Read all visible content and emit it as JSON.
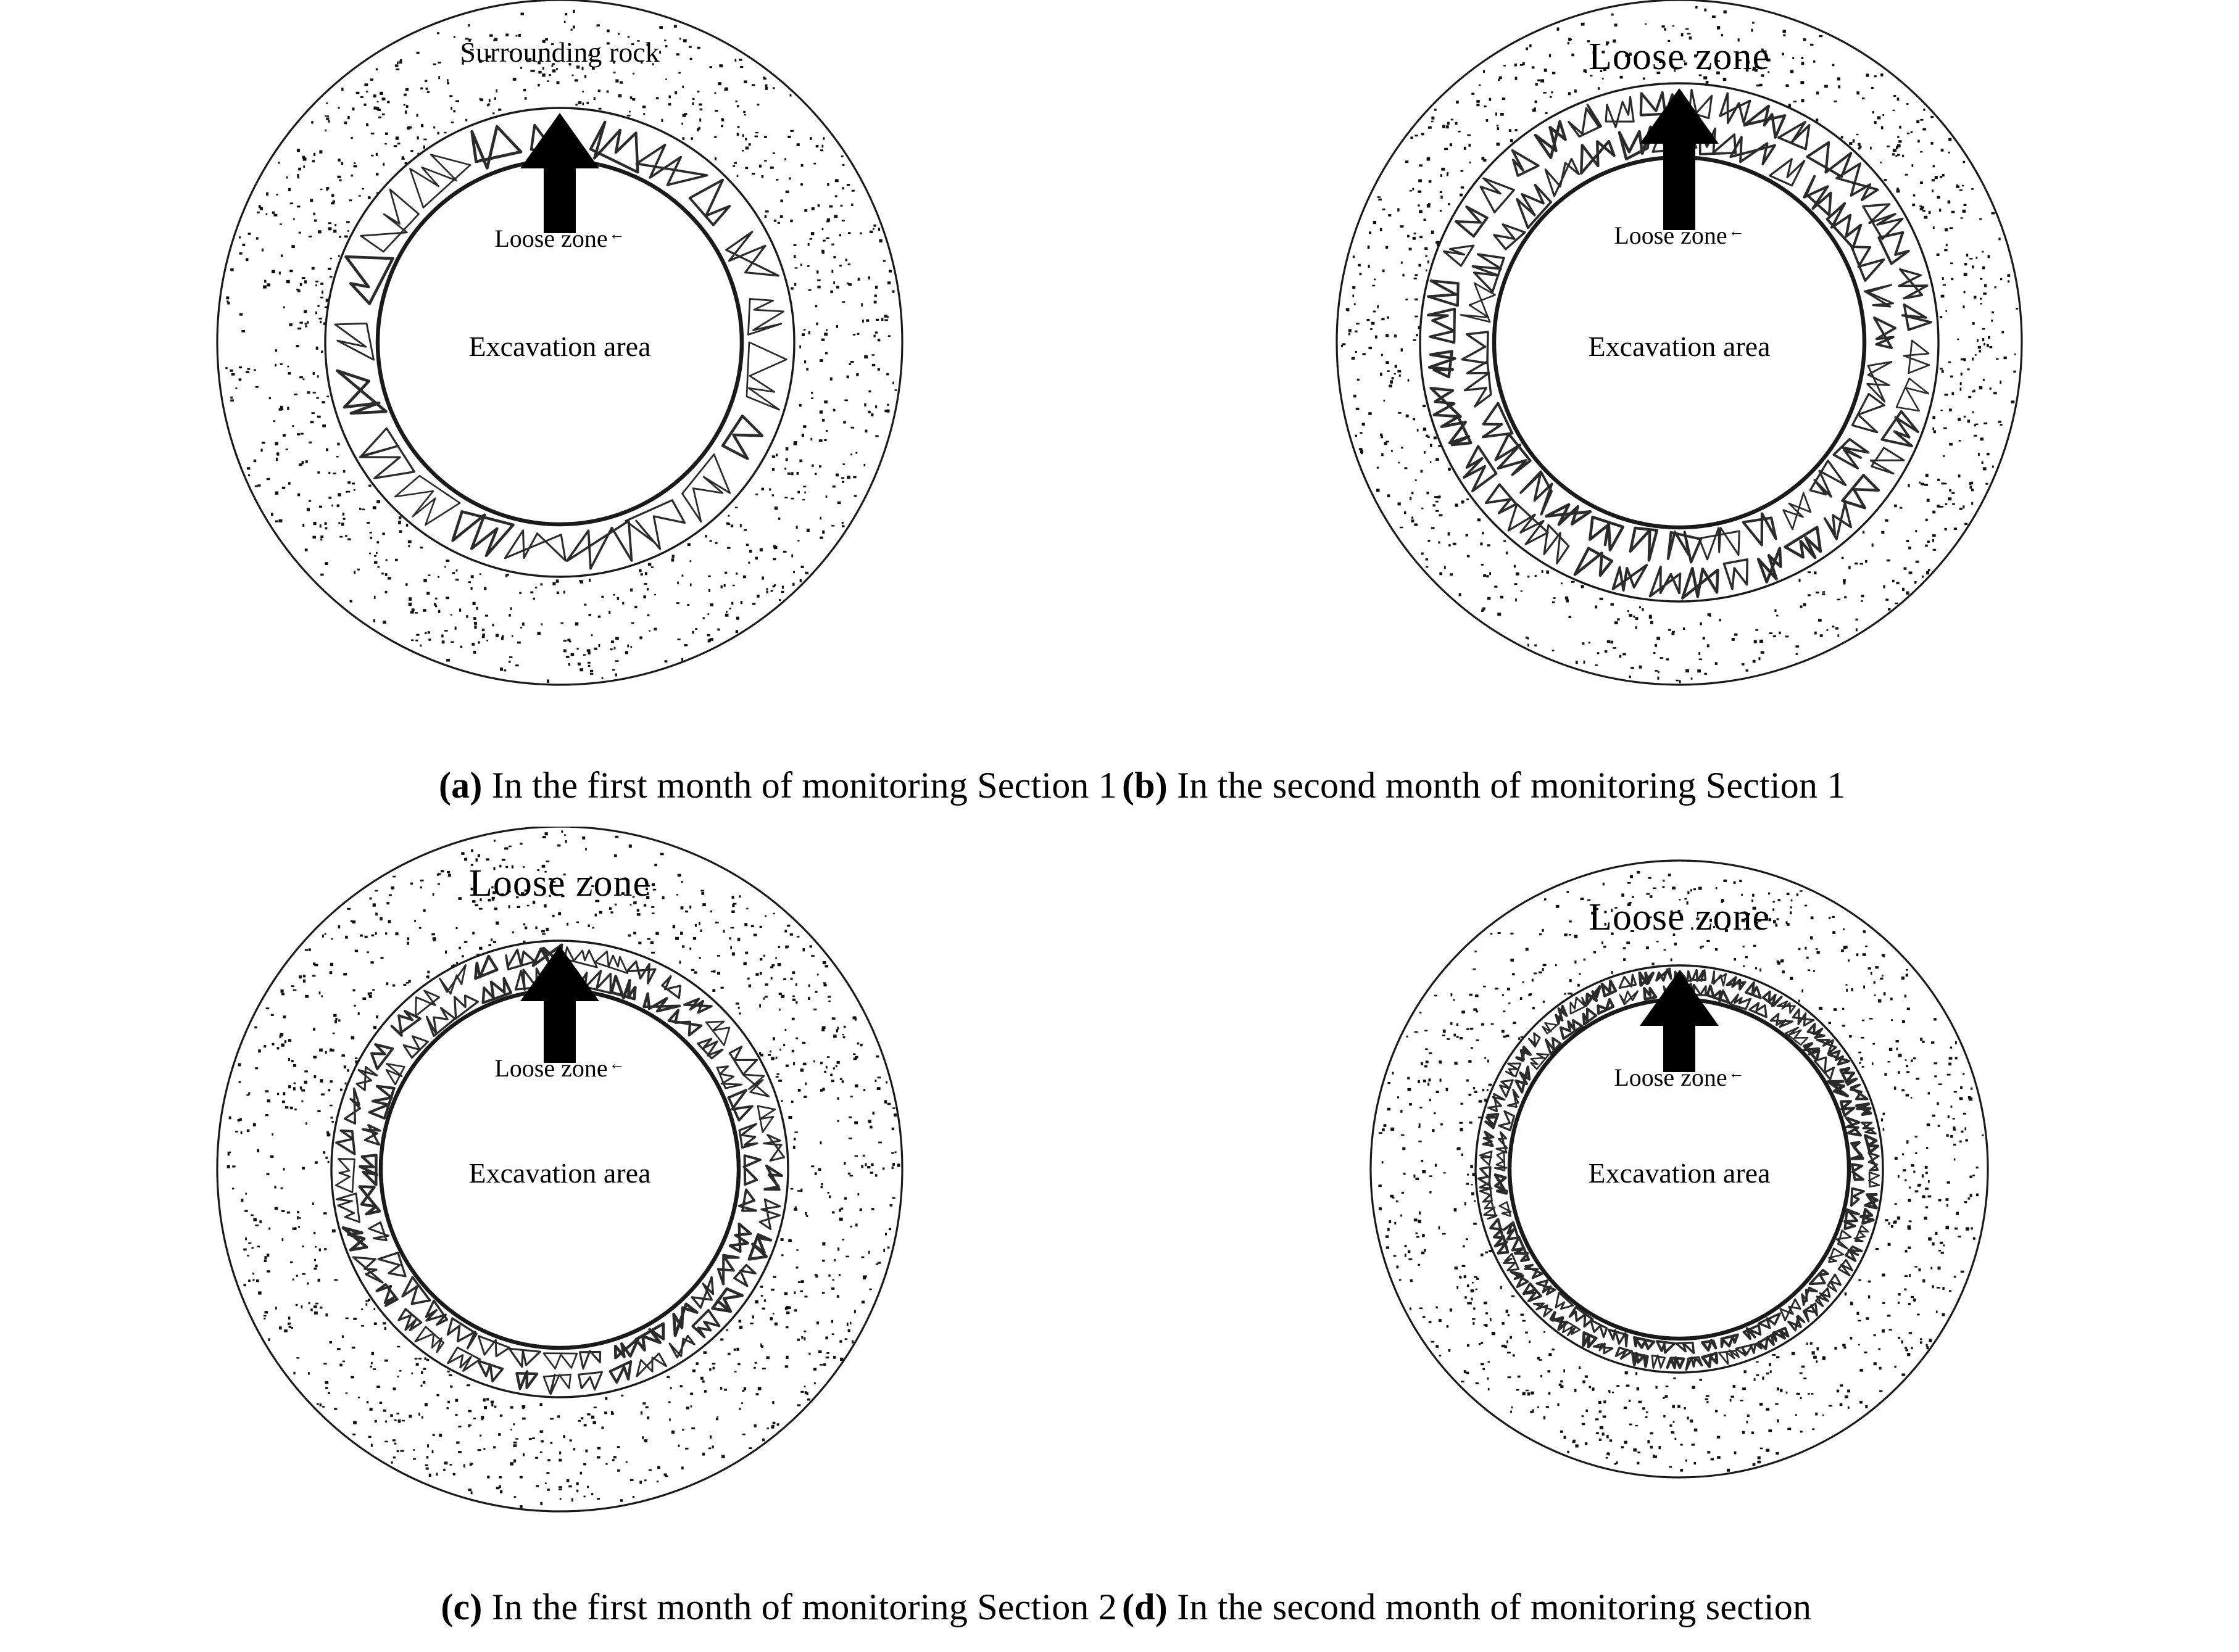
{
  "figure": {
    "type": "diagram",
    "description": "Four tunnel cross-section schematics showing the development of the loose zone around an excavation",
    "background_color": "#ffffff",
    "line_color": "#1a1a1a"
  },
  "panels": [
    {
      "id": "a",
      "position": "top-left",
      "top_label": "Surrounding rock",
      "top_label_size": "mid",
      "inner_label": "Loose zone",
      "inner_label_suffix": "←",
      "center_label": "Excavation area",
      "arrow": "up-arrow",
      "geometry": {
        "outer_radius": 555,
        "loose_outer_radius": 380,
        "loose_inner_radius": 295,
        "band_thickness": 85,
        "rock_size": "large"
      }
    },
    {
      "id": "b",
      "position": "top-right",
      "top_label": "Loose zone",
      "top_label_size": "big",
      "inner_label": "Loose zone",
      "inner_label_suffix": "←",
      "center_label": "Excavation area",
      "arrow": "up-arrow",
      "geometry": {
        "outer_radius": 555,
        "loose_outer_radius": 420,
        "loose_inner_radius": 300,
        "band_thickness": 120,
        "rock_size": "large"
      }
    },
    {
      "id": "c",
      "position": "bottom-left",
      "top_label": "Loose zone",
      "top_label_size": "big",
      "inner_label": "Loose zone",
      "inner_label_suffix": "←",
      "center_label": "Excavation area",
      "arrow": "up-arrow",
      "geometry": {
        "outer_radius": 555,
        "loose_outer_radius": 370,
        "loose_inner_radius": 290,
        "band_thickness": 80,
        "rock_size": "medium"
      }
    },
    {
      "id": "d",
      "position": "bottom-right",
      "top_label": "Loose zone",
      "top_label_size": "big",
      "inner_label": "Loose zone",
      "inner_label_suffix": "←",
      "center_label": "Excavation area",
      "arrow": "up-arrow",
      "geometry": {
        "outer_radius": 500,
        "loose_outer_radius": 330,
        "loose_inner_radius": 275,
        "band_thickness": 55,
        "rock_size": "small"
      }
    }
  ],
  "captions": {
    "a": {
      "tag": "(a)",
      "text": " In the first month of monitoring Section 1"
    },
    "b": {
      "tag": "(b)",
      "text": " In the second month of monitoring Section 1"
    },
    "c": {
      "tag": "(c)",
      "text": " In the first month of monitoring Section 2"
    },
    "d": {
      "tag": "(d)",
      "text": " In the second month of monitoring section"
    }
  }
}
